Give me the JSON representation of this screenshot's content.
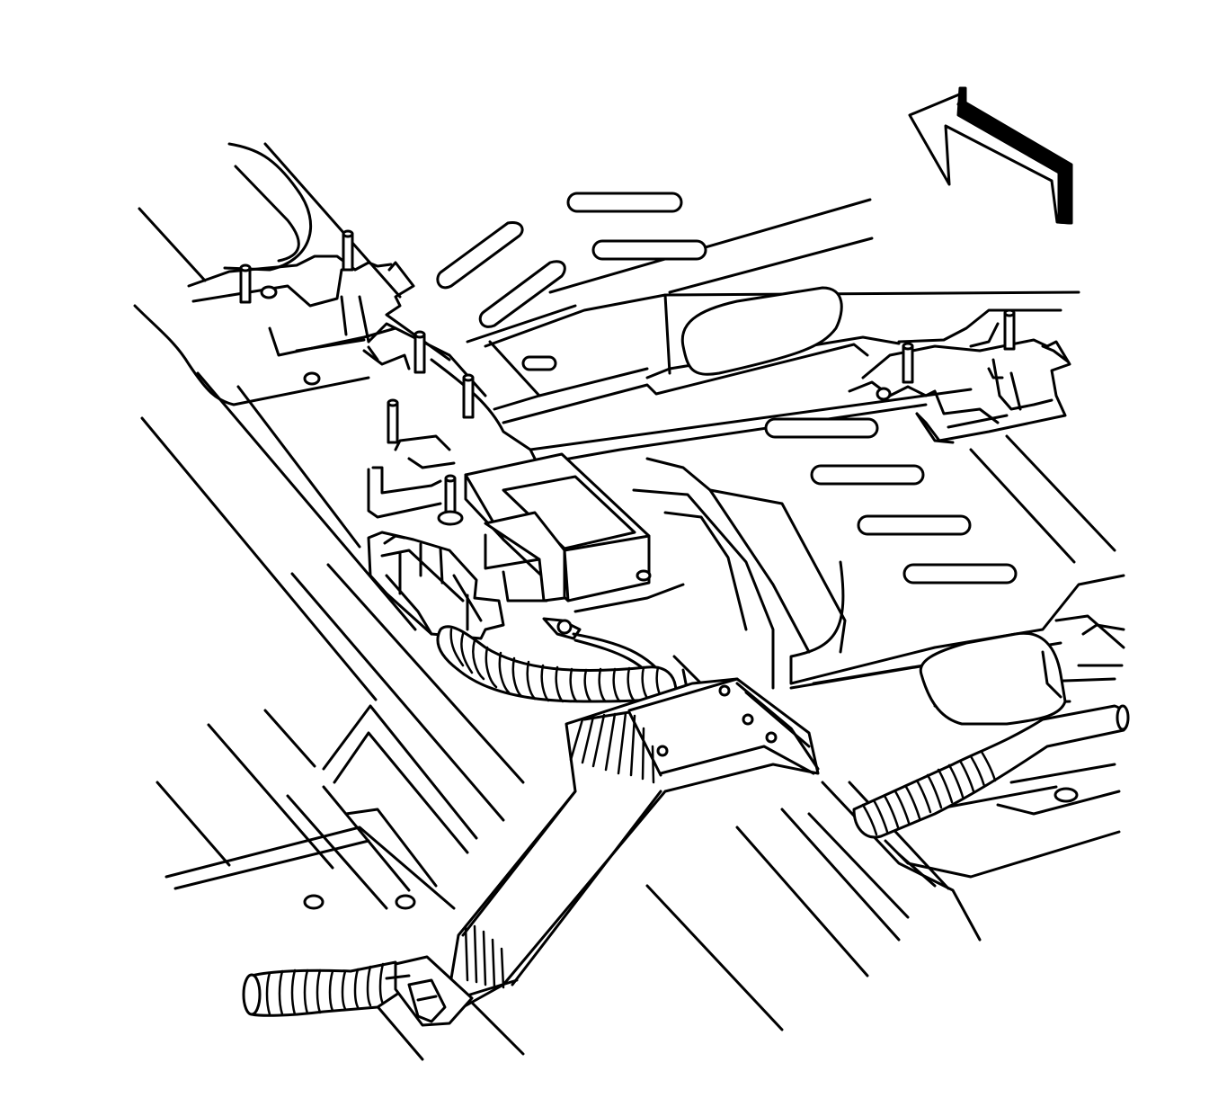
{
  "diagram": {
    "components": [
      "forward-direction-arrow",
      "floor-pan",
      "seat-mounting-brackets",
      "seat-mounting-studs",
      "control-module",
      "harness-connector",
      "ground-terminal",
      "wiring-harness",
      "harness-conduit",
      "harness-retainer-channel",
      "harness-end-connector",
      "floor-access-opening"
    ],
    "colors": {
      "line": "#000000",
      "background": "#ffffff"
    }
  }
}
